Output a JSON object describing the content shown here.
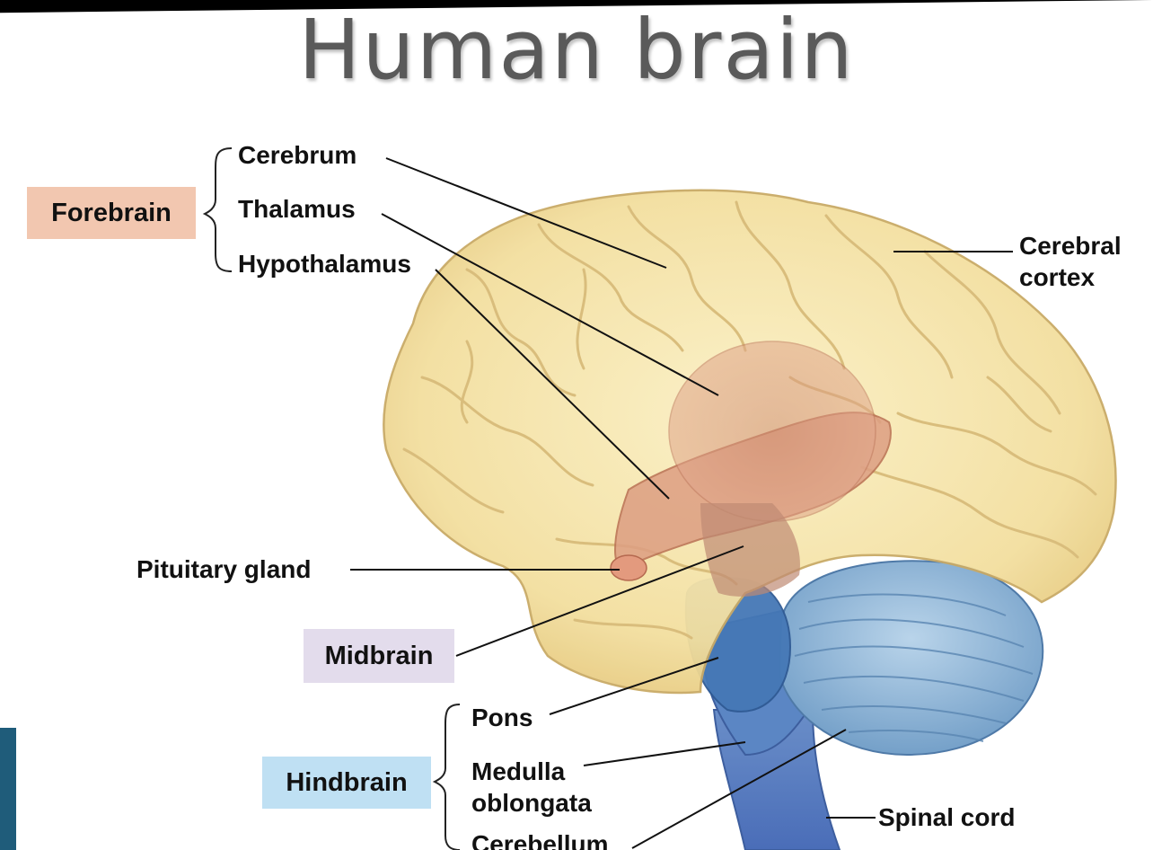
{
  "title": "Human brain",
  "groups": {
    "forebrain": {
      "label": "Forebrain",
      "color": "#f2c7b0"
    },
    "midbrain": {
      "label": "Midbrain",
      "color": "#e3dcec"
    },
    "hindbrain": {
      "label": "Hindbrain",
      "color": "#bfe0f3"
    }
  },
  "labels": {
    "cerebrum": "Cerebrum",
    "thalamus": "Thalamus",
    "hypothalamus": "Hypothalamus",
    "cerebral_cortex_line1": "Cerebral",
    "cerebral_cortex_line2": "cortex",
    "pituitary_gland": "Pituitary gland",
    "pons": "Pons",
    "medulla_line1": "Medulla",
    "medulla_line2": "oblongata",
    "cerebellum": "Cerebellum",
    "spinal_cord": "Spinal cord"
  },
  "colors": {
    "cerebrum": "#f5e3a6",
    "diencephalon": "#d9937a",
    "midbrain_tissue": "#c9987f",
    "pons": "#4d7fb8",
    "cerebellum": "#8fb7d8",
    "spinal_cord": "#5f83c6",
    "accent_bar": "#1f5c7a"
  }
}
